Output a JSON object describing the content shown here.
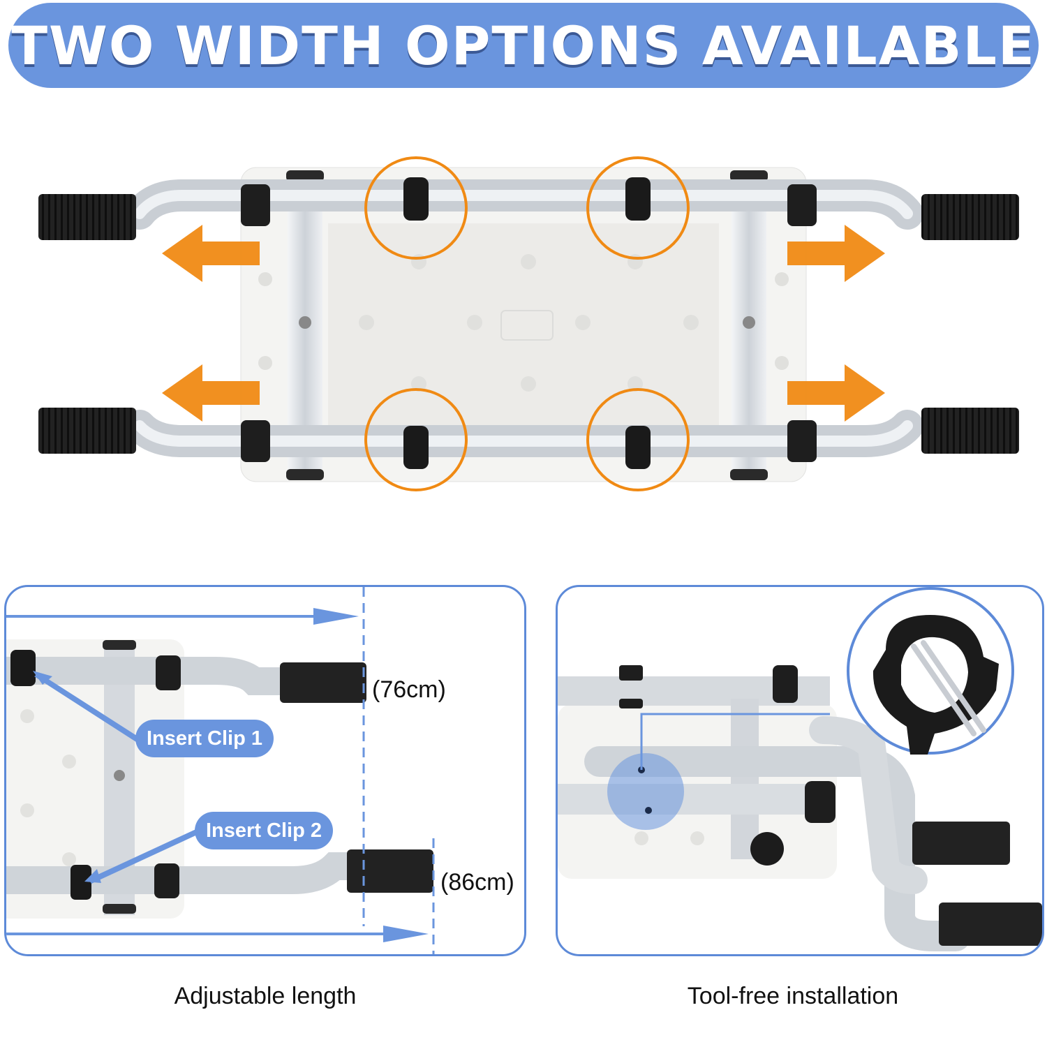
{
  "banner": {
    "title": "TWO WIDTH OPTIONS AVAILABLE"
  },
  "panels": {
    "left": {
      "clip1_label": "Insert Clip 1",
      "clip2_label": "Insert Clip 2",
      "width_short": "(76cm)",
      "width_long": "(86cm)",
      "caption": "Adjustable length"
    },
    "right": {
      "caption": "Tool-free installation"
    }
  },
  "colors": {
    "accent_blue": "#6a95de",
    "outline_blue": "#5d8ad8",
    "arrow_orange": "#f08a14",
    "leg_silver": "#d9dde2",
    "foot_black": "#1c1c1c"
  }
}
